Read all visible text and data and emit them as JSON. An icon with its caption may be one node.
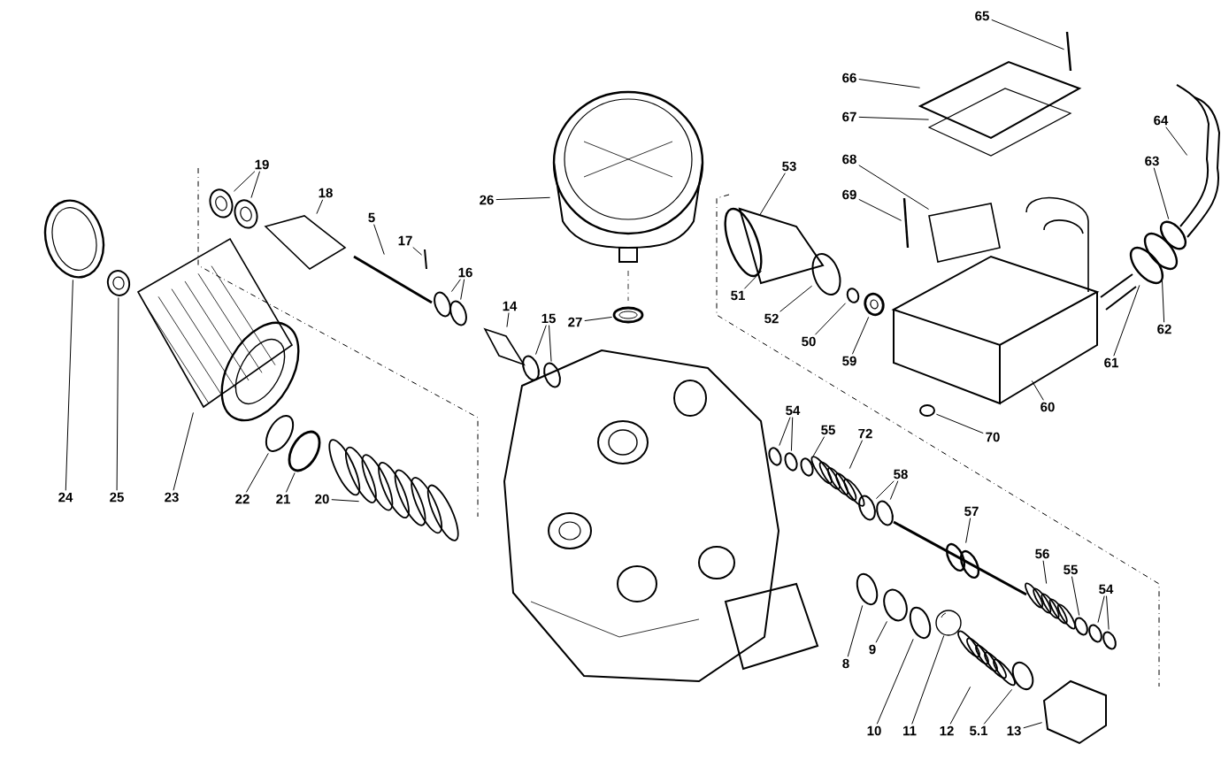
{
  "diagram": {
    "nodes": [
      {
        "text": [
          "19"
        ]
      },
      {
        "text": [
          "18"
        ]
      },
      {
        "text": [
          "5"
        ]
      },
      {
        "text": [
          "17"
        ]
      },
      {
        "text": [
          "16"
        ]
      },
      {
        "text": [
          "14"
        ]
      },
      {
        "text": [
          "15"
        ]
      },
      {
        "text": [
          "26"
        ]
      },
      {
        "text": [
          "27"
        ]
      },
      {
        "text": [
          "24"
        ]
      },
      {
        "text": [
          "25"
        ]
      },
      {
        "text": [
          "23"
        ]
      },
      {
        "text": [
          "22"
        ]
      },
      {
        "text": [
          "21"
        ]
      },
      {
        "text": [
          "20"
        ]
      },
      {
        "text": [
          "53"
        ]
      },
      {
        "text": [
          "51"
        ]
      },
      {
        "text": [
          "52"
        ]
      },
      {
        "text": [
          "50"
        ]
      },
      {
        "text": [
          "59"
        ]
      },
      {
        "text": [
          "65"
        ]
      },
      {
        "text": [
          "66"
        ]
      },
      {
        "text": [
          "67"
        ]
      },
      {
        "text": [
          "68"
        ]
      },
      {
        "text": [
          "69"
        ]
      },
      {
        "text": [
          "60"
        ]
      },
      {
        "text": [
          "70"
        ]
      },
      {
        "text": [
          "61"
        ]
      },
      {
        "text": [
          "62"
        ]
      },
      {
        "text": [
          "63"
        ]
      },
      {
        "text": [
          "64"
        ]
      },
      {
        "text": [
          "54"
        ]
      },
      {
        "text": [
          "55"
        ]
      },
      {
        "text": [
          "72"
        ]
      },
      {
        "text": [
          "58"
        ]
      },
      {
        "text": [
          "57"
        ]
      },
      {
        "text": [
          "56"
        ]
      },
      {
        "text": [
          "55"
        ]
      },
      {
        "text": [
          "54"
        ]
      },
      {
        "text": [
          "8"
        ]
      },
      {
        "text": [
          "9"
        ]
      },
      {
        "text": [
          "10"
        ]
      },
      {
        "text": [
          "11"
        ]
      },
      {
        "text": [
          "12"
        ]
      },
      {
        "text": [
          "5.1"
        ]
      },
      {
        "text": [
          "13"
        ]
      },
      {
        "text": [],
        "shape": "picture"
      },
      {
        "text": [],
        "shape": "picture"
      },
      {
        "text": [],
        "shape": "picture"
      },
      {
        "text": [],
        "shape": "picture"
      },
      {
        "text": [],
        "shape": "picture"
      },
      {
        "text": [],
        "shape": "picture"
      },
      {
        "text": [],
        "shape": "picture"
      },
      {
        "text": [],
        "shape": "picture"
      },
      {
        "text": [],
        "shape": "picture"
      },
      {
        "text": [],
        "shape": "picture"
      },
      {
        "text": [],
        "shape": "picture"
      },
      {
        "text": [],
        "shape": "picture"
      },
      {
        "text": [],
        "shape": "picture"
      },
      {
        "text": [],
        "shape": "picture"
      },
      {
        "text": [],
        "shape": "picture"
      },
      {
        "text": [],
        "shape": "picture"
      },
      {
        "text": [],
        "shape": "picture"
      },
      {
        "text": [],
        "shape": "picture"
      },
      {
        "text": [],
        "shape": "picture"
      },
      {
        "text": [],
        "shape": "picture"
      },
      {
        "text": [],
        "shape": "picture"
      },
      {
        "text": [],
        "shape": "picture"
      },
      {
        "text": [],
        "shape": "picture"
      },
      {
        "text": [],
        "shape": "picture"
      },
      {
        "text": [],
        "shape": "picture"
      },
      {
        "text": [],
        "shape": "picture"
      },
      {
        "text": [],
        "shape": "picture"
      },
      {
        "text": [],
        "shape": "picture"
      },
      {
        "text": [],
        "shape": "picture"
      },
      {
        "text": [],
        "shape": "picture"
      },
      {
        "text": [],
        "shape": "picture"
      },
      {
        "text": [],
        "shape": "picture"
      },
      {
        "text": [],
        "shape": "picture"
      },
      {
        "text": [],
        "shape": "picture"
      },
      {
        "text": [],
        "shape": "picture"
      },
      {
        "text": [],
        "shape": "picture"
      },
      {
        "text": [],
        "shape": "picture"
      },
      {
        "text": [],
        "shape": "picture"
      },
      {
        "text": [],
        "shape": "picture"
      },
      {
        "text": [],
        "shape": "picture"
      },
      {
        "text": [],
        "shape": "picture"
      },
      {
        "text": [],
        "shape": "picture"
      },
      {
        "text": [],
        "shape": "picture"
      },
      {
        "text": [],
        "shape": "picture"
      },
      {
        "text": [],
        "shape": "picture"
      },
      {
        "text": [],
        "shape": "picture"
      },
      {
        "text": [],
        "shape": "picture"
      },
      {
        "text": [],
        "shape": "picture"
      },
      {
        "text": [],
        "shape": "picture"
      },
      {
        "text": [],
        "shape": "picture"
      },
      {
        "text": [],
        "shape": "picture"
      },
      {
        "text": [],
        "shape": "picture"
      }
    ],
    "edges": [
      {
        "from": 0,
        "to": 46,
        "arrow": "none"
      },
      {
        "from": 0,
        "to": 47,
        "arrow": "none"
      },
      {
        "from": 1,
        "to": 48,
        "arrow": "none"
      },
      {
        "from": 2,
        "to": 49,
        "arrow": "none"
      },
      {
        "from": 3,
        "to": 50,
        "arrow": "none"
      },
      {
        "from": 4,
        "to": 51,
        "arrow": "none"
      },
      {
        "from": 4,
        "to": 52,
        "arrow": "none"
      },
      {
        "from": 5,
        "to": 53,
        "arrow": "none"
      },
      {
        "from": 6,
        "to": 54,
        "arrow": "none"
      },
      {
        "from": 6,
        "to": 55,
        "arrow": "none"
      },
      {
        "from": 7,
        "to": 56,
        "arrow": "none"
      },
      {
        "from": 8,
        "to": 57,
        "arrow": "none"
      },
      {
        "from": 9,
        "to": 58,
        "arrow": "none"
      },
      {
        "from": 10,
        "to": 59,
        "arrow": "none"
      },
      {
        "from": 11,
        "to": 60,
        "arrow": "none"
      },
      {
        "from": 12,
        "to": 61,
        "arrow": "none"
      },
      {
        "from": 13,
        "to": 62,
        "arrow": "none"
      },
      {
        "from": 14,
        "to": 63,
        "arrow": "none"
      },
      {
        "from": 15,
        "to": 64,
        "arrow": "none"
      },
      {
        "from": 16,
        "to": 65,
        "arrow": "none"
      },
      {
        "from": 17,
        "to": 66,
        "arrow": "none"
      },
      {
        "from": 18,
        "to": 67,
        "arrow": "none"
      },
      {
        "from": 19,
        "to": 68,
        "arrow": "none"
      },
      {
        "from": 20,
        "to": 69,
        "arrow": "none"
      },
      {
        "from": 21,
        "to": 70,
        "arrow": "none"
      },
      {
        "from": 22,
        "to": 71,
        "arrow": "none"
      },
      {
        "from": 23,
        "to": 72,
        "arrow": "none"
      },
      {
        "from": 24,
        "to": 73,
        "arrow": "none"
      },
      {
        "from": 25,
        "to": 74,
        "arrow": "none"
      },
      {
        "from": 26,
        "to": 75,
        "arrow": "none"
      },
      {
        "from": 27,
        "to": 76,
        "arrow": "none"
      },
      {
        "from": 28,
        "to": 77,
        "arrow": "none"
      },
      {
        "from": 29,
        "to": 78,
        "arrow": "none"
      },
      {
        "from": 30,
        "to": 79,
        "arrow": "none"
      },
      {
        "from": 31,
        "to": 80,
        "arrow": "none"
      },
      {
        "from": 31,
        "to": 81,
        "arrow": "none"
      },
      {
        "from": 32,
        "to": 82,
        "arrow": "none"
      },
      {
        "from": 33,
        "to": 83,
        "arrow": "none"
      },
      {
        "from": 34,
        "to": 84,
        "arrow": "none"
      },
      {
        "from": 34,
        "to": 85,
        "arrow": "none"
      },
      {
        "from": 35,
        "to": 86,
        "arrow": "none"
      },
      {
        "from": 36,
        "to": 87,
        "arrow": "none"
      },
      {
        "from": 37,
        "to": 88,
        "arrow": "none"
      },
      {
        "from": 38,
        "to": 89,
        "arrow": "none"
      },
      {
        "from": 38,
        "to": 90,
        "arrow": "none"
      },
      {
        "from": 39,
        "to": 91,
        "arrow": "none"
      },
      {
        "from": 40,
        "to": 92,
        "arrow": "none"
      },
      {
        "from": 41,
        "to": 93,
        "arrow": "none"
      },
      {
        "from": 42,
        "to": 94,
        "arrow": "none"
      },
      {
        "from": 43,
        "to": 95,
        "arrow": "none"
      },
      {
        "from": 44,
        "to": 96,
        "arrow": "none"
      },
      {
        "from": 45,
        "to": 97,
        "arrow": "none"
      }
    ]
  }
}
